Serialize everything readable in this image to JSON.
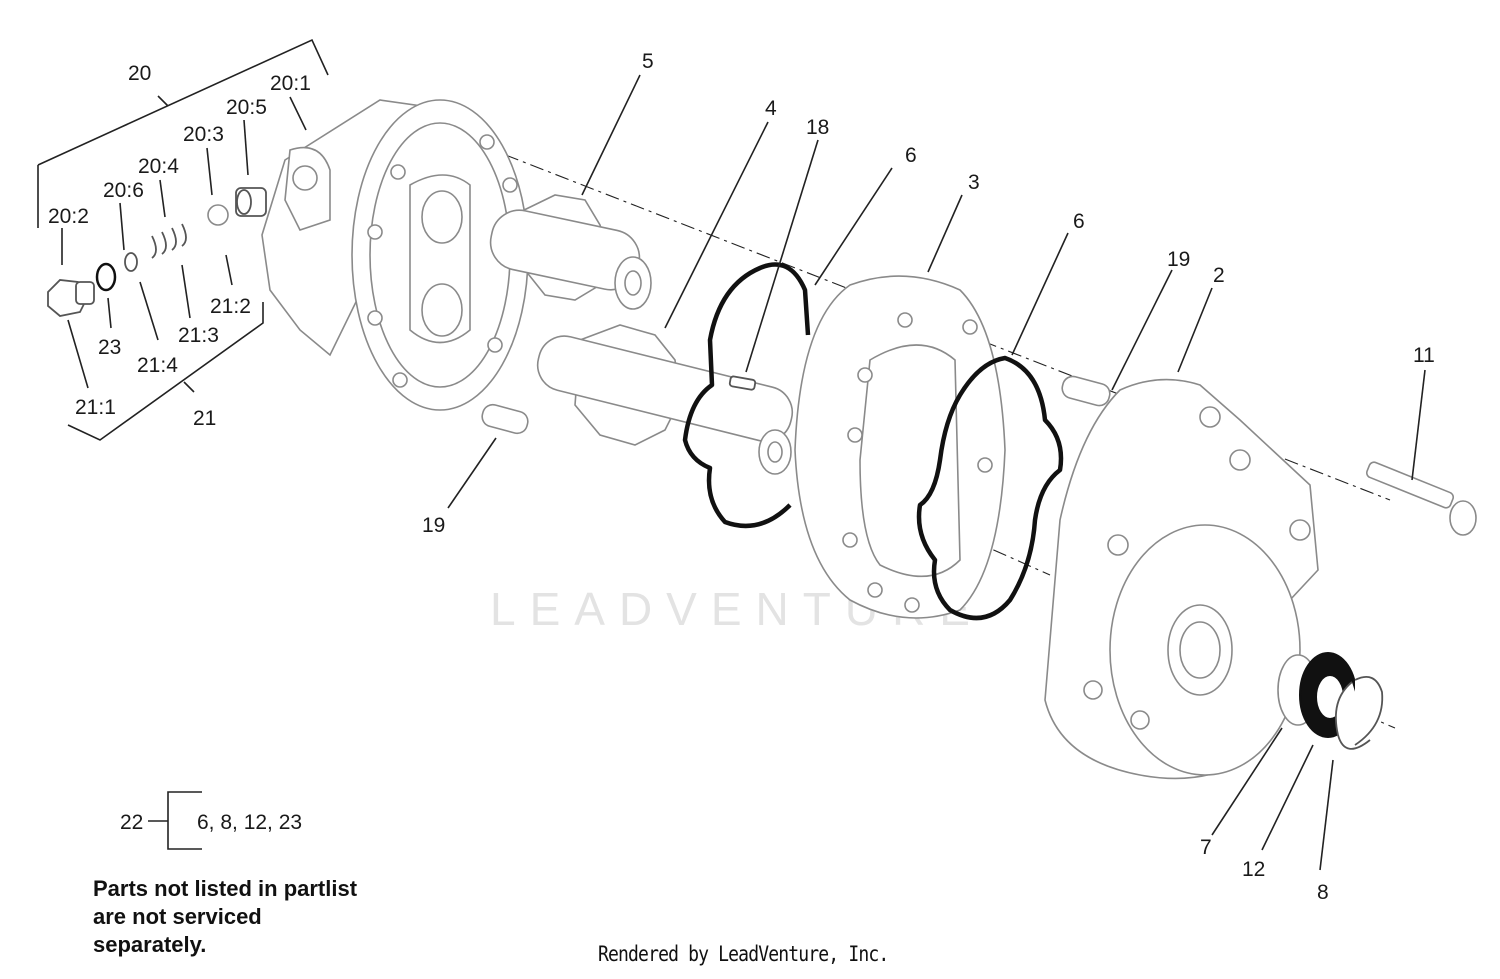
{
  "diagram": {
    "watermark": "LEADVENTURE",
    "callouts": {
      "c20": "20",
      "c20_1": "20:1",
      "c20_2": "20:2",
      "c20_3": "20:3",
      "c20_4": "20:4",
      "c20_5": "20:5",
      "c20_6": "20:6",
      "c21": "21",
      "c21_1": "21:1",
      "c21_2": "21:2",
      "c21_3": "21:3",
      "c21_4": "21:4",
      "c23": "23",
      "c5": "5",
      "c4": "4",
      "c18": "18",
      "c6a": "6",
      "c6b": "6",
      "c3": "3",
      "c19a": "19",
      "c19b": "19",
      "c2": "2",
      "c11": "11",
      "c7": "7",
      "c12": "12",
      "c8": "8"
    },
    "kit": {
      "number": "22",
      "contents": "6, 8, 12, 23"
    },
    "note": "Parts not listed in partlist are not serviced separately.",
    "footer": "Rendered by LeadVenture, Inc."
  }
}
